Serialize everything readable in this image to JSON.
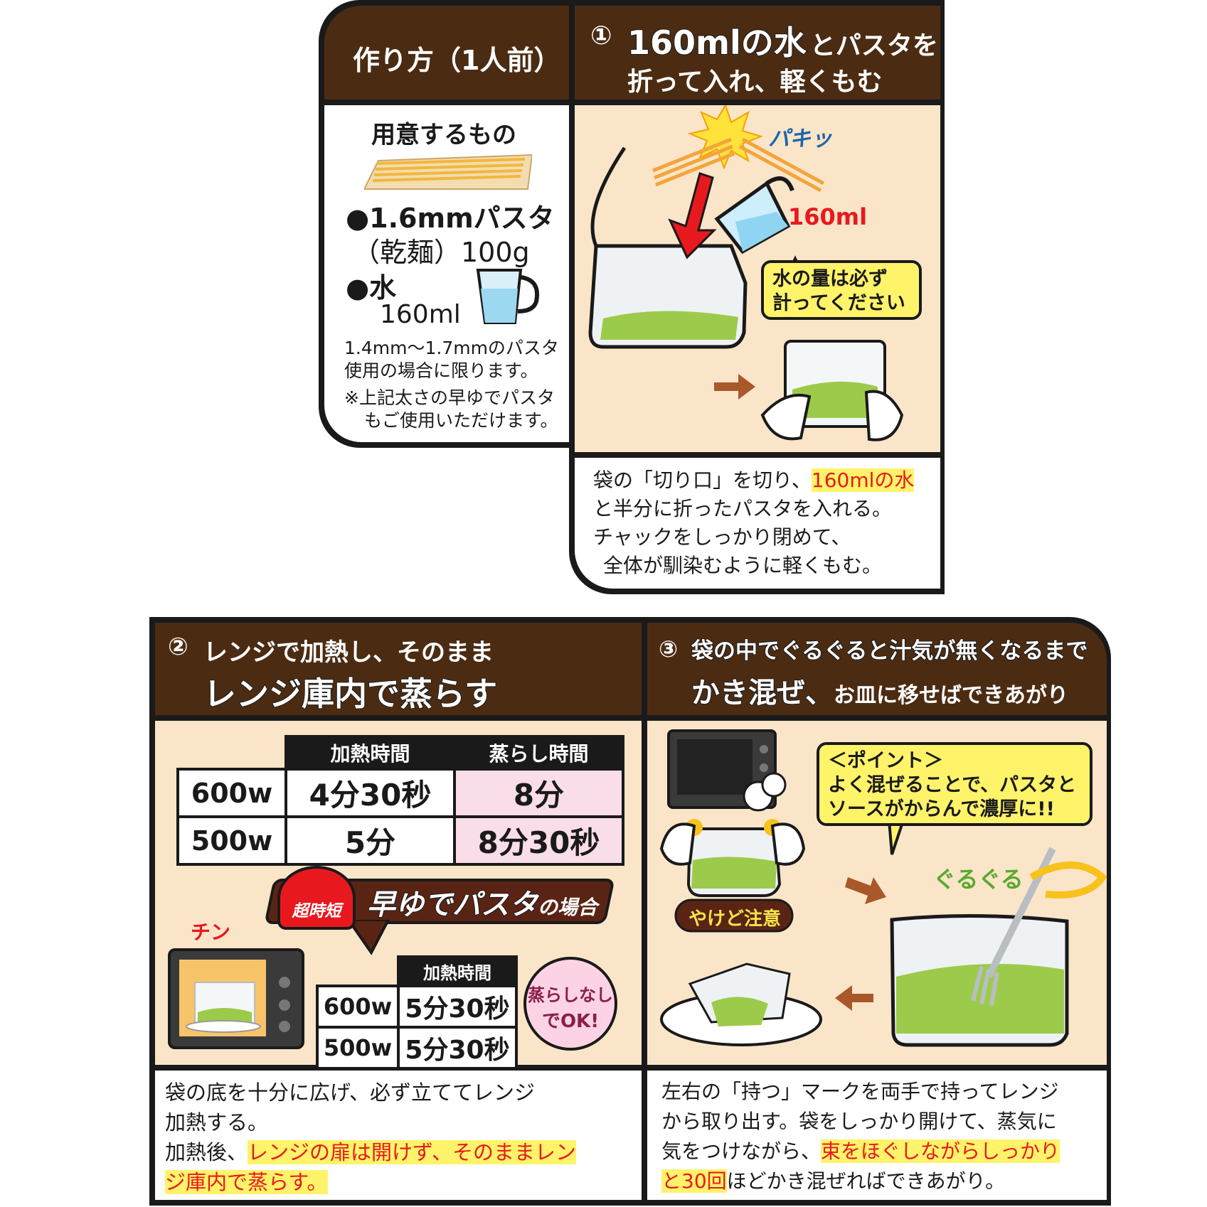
{
  "ingredients": {
    "header": "作り方（1人前）",
    "title": "用意するもの",
    "item1_line1": "●1.6mmパスタ",
    "item1_line2": "（乾麺）100g",
    "item2_line1": "●水",
    "item2_line2": "160ml",
    "note1_line1": "1.4mm〜1.7mmのパスタ",
    "note1_line2": "使用の場合に限ります。",
    "note2_line1": "※上記太さの早ゆでパスタ",
    "note2_line2": "もご使用いただけます。"
  },
  "step1": {
    "num": "①",
    "head_big": "160mlの水",
    "head_rest": "とパスタを",
    "head_line2": "折って入れ、軽くもむ",
    "snap": "パキッ",
    "ml_label": "160ml",
    "bubble_line1": "水の量は必ず",
    "bubble_line2": "計ってください",
    "desc_a": "袋の「切り口」を切り、",
    "desc_hl": "160mlの水",
    "desc_line2": "と半分に折ったパスタを入れる。",
    "desc_line3": "チャックをしっかり閉めて、",
    "desc_line4": "全体が馴染むように軽くもむ。"
  },
  "step2": {
    "num": "②",
    "head_line1": "レンジで加熱し、そのまま",
    "head_line2": "レンジ庫内で蒸らす",
    "col_heat": "加熱時間",
    "col_steam": "蒸らし時間",
    "rows": [
      {
        "watt": "600w",
        "heat": "4分30秒",
        "steam": "8分"
      },
      {
        "watt": "500w",
        "heat": "5分",
        "steam": "8分30秒"
      }
    ],
    "badge": "超時短",
    "banner_main": "早ゆでパスタ",
    "banner_rest": "の場合",
    "chin": "チン",
    "sub_col": "加熱時間",
    "sub_rows": [
      {
        "watt": "600w",
        "heat": "5分30秒"
      },
      {
        "watt": "500w",
        "heat": "5分30秒"
      }
    ],
    "circle_line1": "蒸らしなし",
    "circle_line2": "でOK!",
    "desc_line1": "袋の底を十分に広げ、必ず立ててレンジ",
    "desc_line2": "加熱する。",
    "desc_a": "加熱後、",
    "desc_hl1": "レンジの扉は開けず、そのままレン",
    "desc_hl2": "ジ庫内で蒸らす。"
  },
  "step3": {
    "num": "③",
    "head_line1": "袋の中でぐるぐると汁気が無くなるまで",
    "head_big": "かき混ぜ、",
    "head_rest": "お皿に移せばできあがり",
    "caution": "やけど注意",
    "point_line1": "＜ポイント＞",
    "point_line2": "よく混ぜることで、パスタと",
    "point_line3": "ソースがからんで濃厚に!!",
    "guru": "ぐるぐる",
    "desc_line1": "左右の「持つ」マークを両手で持ってレンジ",
    "desc_line2": "から取り出す。袋をしっかり開けて、蒸気に",
    "desc_a": "気をつけながら、",
    "desc_hl1": "束をほぐしながらしっかり",
    "desc_hl2": "と30回",
    "desc_b": "ほどかき混ぜればできあがり。"
  },
  "colors": {
    "header_brown": "#4b2c13",
    "panel_beige": "#fbe5c9",
    "highlight_yellow": "#fff36a",
    "accent_red": "#e8191e"
  }
}
